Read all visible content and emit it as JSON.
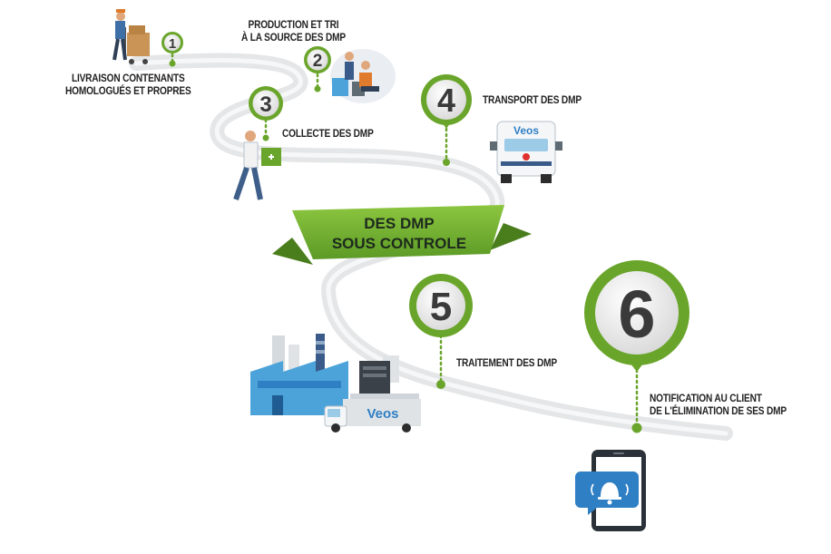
{
  "banner": {
    "line1": "DES DMP",
    "line2": "SOUS CONTROLE"
  },
  "steps": [
    {
      "number": "1",
      "label_lines": [
        "LIVRAISON CONTENANTS",
        "HOMOLOGUÉS ET PROPRES"
      ]
    },
    {
      "number": "2",
      "label_lines": [
        "PRODUCTION ET TRI",
        "À LA SOURCE DES DMP"
      ]
    },
    {
      "number": "3",
      "label_lines": [
        "COLLECTE DES DMP"
      ]
    },
    {
      "number": "4",
      "label_lines": [
        "TRANSPORT DES DMP"
      ]
    },
    {
      "number": "5",
      "label_lines": [
        "TRAITEMENT DES DMP"
      ]
    },
    {
      "number": "6",
      "label_lines": [
        "NOTIFICATION AU CLIENT",
        "DE L'ÉLIMINATION DE SES DMP"
      ]
    }
  ],
  "logo_text": "Veos",
  "colors": {
    "green": "#6aa52b",
    "green_dark": "#4a7d1c",
    "road": "#e4e6e8",
    "blue": "#4ba3d9"
  }
}
